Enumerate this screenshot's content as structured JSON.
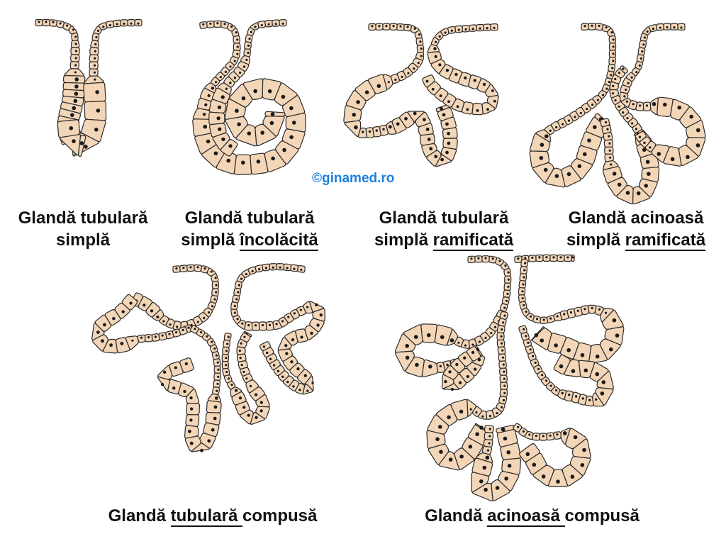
{
  "watermark": "©ginamed.ro",
  "colors": {
    "cell_fill": "#f3d6b8",
    "cell_stroke": "#2b2b2b",
    "nucleus": "#1a1a1a",
    "watermark": "#1e7fe0"
  },
  "diagrams": [
    {
      "line1": "Glandă tubulară",
      "line2_plain": "simplă",
      "line2_underlined": ""
    },
    {
      "line1": "Glandă tubulară",
      "line2_plain": "simplă ",
      "line2_underlined": "încolăcită"
    },
    {
      "line1": "Glandă tubulară",
      "line2_plain": "simplă ",
      "line2_underlined": "ramificată"
    },
    {
      "line1": "Glandă acinoasă",
      "line2_plain": "simplă ",
      "line2_underlined": "ramificată"
    },
    {
      "line1_pre": "Glandă ",
      "line1_underlined": "tubulară ",
      "line1_post": "compusă"
    },
    {
      "line1_pre": "Glandă ",
      "line1_underlined": "acinoasă ",
      "line1_post": "compusă"
    }
  ]
}
